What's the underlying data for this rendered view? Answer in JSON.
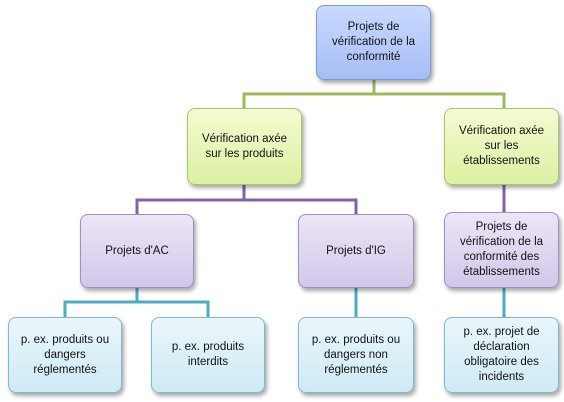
{
  "diagram": {
    "root": {
      "label": "Projets de vérification de la conformité"
    },
    "level1": [
      {
        "label": "Vérification axée sur les produits"
      },
      {
        "label": "Vérification axée sur les établissements"
      }
    ],
    "level2": [
      {
        "label": "Projets d'AC"
      },
      {
        "label": "Projets d'IG"
      },
      {
        "label": "Projets de vérification de la conformité des établissements"
      }
    ],
    "level3": [
      {
        "label": "p. ex. produits ou dangers réglementés"
      },
      {
        "label": "p. ex. produits interdits"
      },
      {
        "label": "p. ex. produits ou dangers non réglementés"
      },
      {
        "label": "p. ex. projet de déclaration obligatoire des incidents"
      }
    ],
    "colors": {
      "root_connector": "#9bbb59",
      "level1_connector": "#8064a2",
      "level2_connector": "#4bacc6"
    }
  }
}
